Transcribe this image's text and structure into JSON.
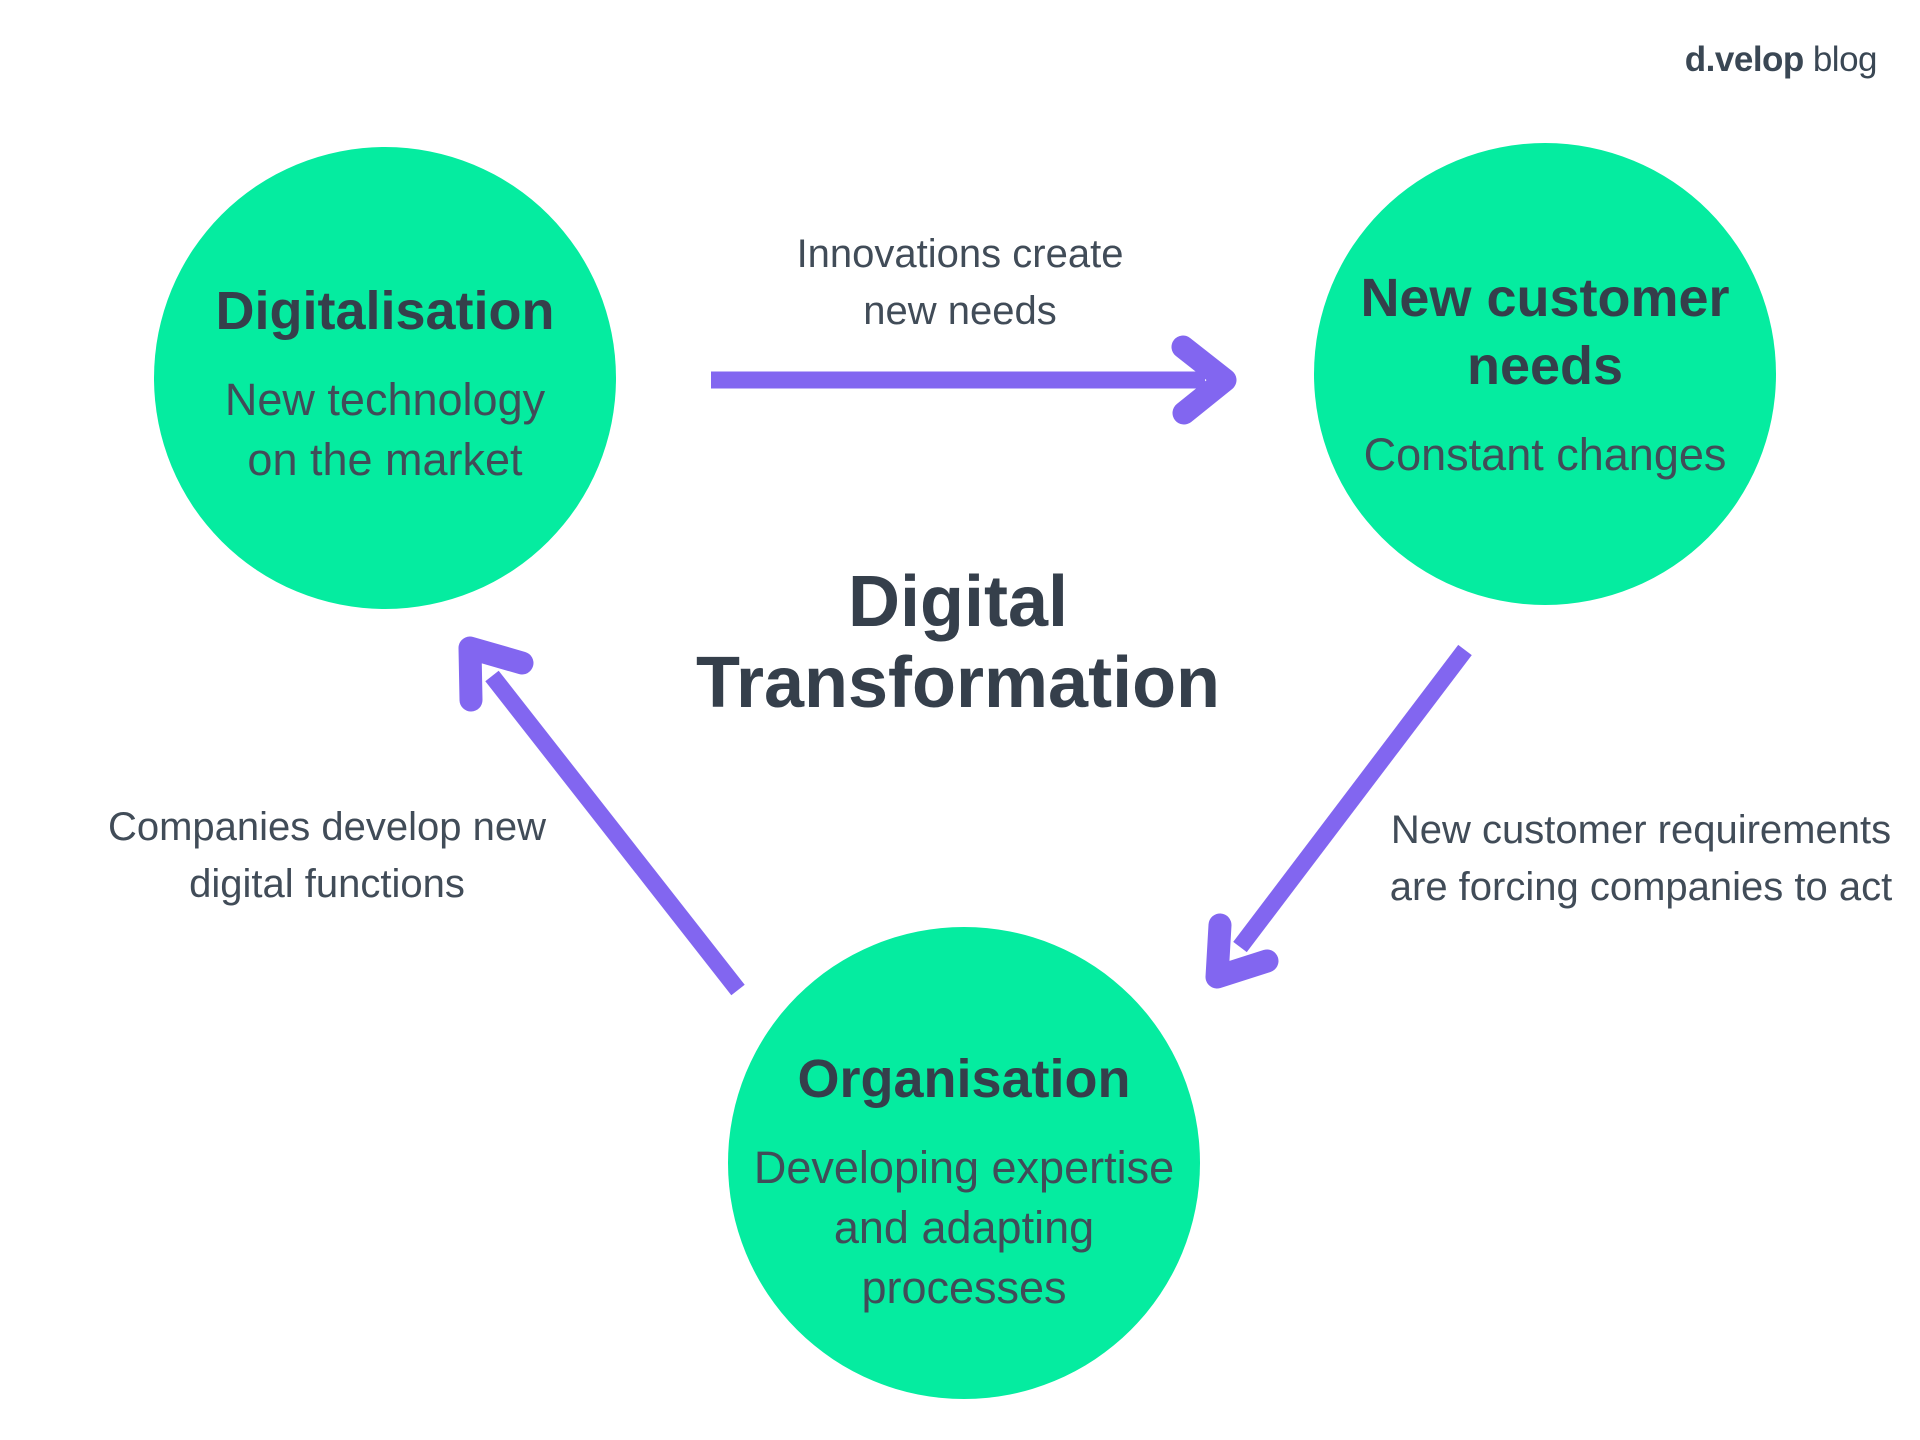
{
  "logo": {
    "brand": "d.velop",
    "suffix": "blog"
  },
  "title": {
    "lines": [
      "Digital",
      "Transformation"
    ]
  },
  "nodes": [
    {
      "id": "digitalisation",
      "title_lines": [
        "Digitalisation"
      ],
      "subtitle_lines": [
        "New technology",
        "on the market"
      ]
    },
    {
      "id": "new-customer-needs",
      "title_lines": [
        "New customer",
        "needs"
      ],
      "subtitle_lines": [
        "Constant changes"
      ]
    },
    {
      "id": "organisation",
      "title_lines": [
        "Organisation"
      ],
      "subtitle_lines": [
        "Developing expertise",
        "and adapting",
        "processes"
      ]
    }
  ],
  "edges": [
    {
      "id": "digitalisation-to-new-customer-needs",
      "direction": "right",
      "label_lines": [
        "Innovations create",
        "new needs"
      ]
    },
    {
      "id": "new-customer-needs-to-organisation",
      "direction": "down-left",
      "label_lines": [
        "New customer requirements",
        "are forcing companies to act"
      ]
    },
    {
      "id": "organisation-to-digitalisation",
      "direction": "up-left",
      "label_lines": [
        "Companies develop new",
        "digital functions"
      ]
    }
  ],
  "colors": {
    "circle": "#05ECA0",
    "arrow": "#8266F0",
    "heading": "#353F4B",
    "body": "#414C58",
    "logo": "#3A4754"
  }
}
